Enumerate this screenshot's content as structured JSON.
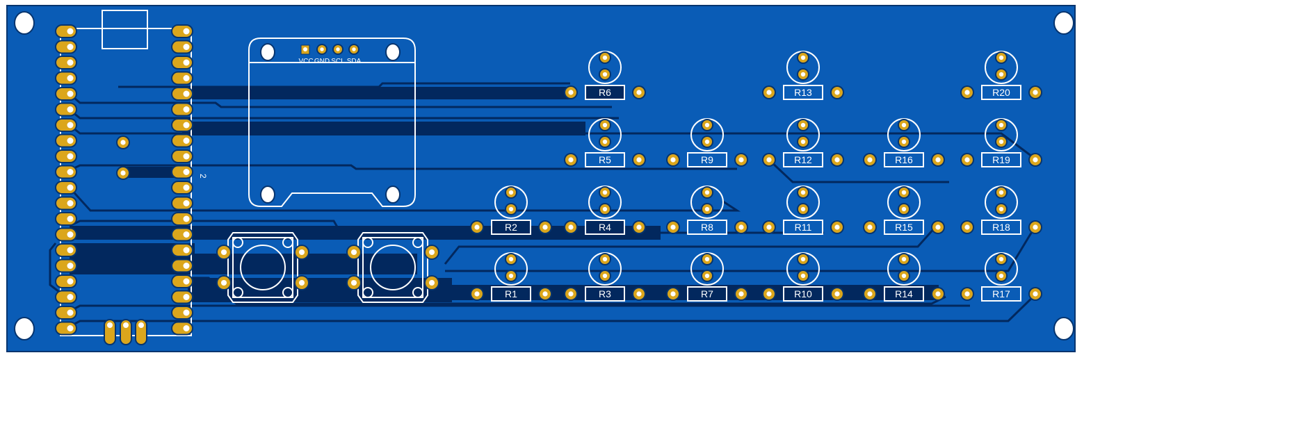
{
  "colors": {
    "board": "#0a5cb6",
    "edge": "#06346e",
    "copper_dark": "#02285e",
    "pad": "#dba61c",
    "silk": "#ffffff"
  },
  "oled": {
    "pins": [
      "VCC",
      "GND",
      "SCL",
      "SDA"
    ]
  },
  "header_marker": "2",
  "resistors": [
    {
      "label": "R6",
      "row": 0,
      "col": 1,
      "dark": true
    },
    {
      "label": "R13",
      "row": 0,
      "col": 3,
      "dark": false
    },
    {
      "label": "R20",
      "row": 0,
      "col": 5,
      "dark": false
    },
    {
      "label": "R5",
      "row": 1,
      "col": 1,
      "dark": false
    },
    {
      "label": "R9",
      "row": 1,
      "col": 2,
      "dark": false
    },
    {
      "label": "R12",
      "row": 1,
      "col": 3,
      "dark": false
    },
    {
      "label": "R16",
      "row": 1,
      "col": 4,
      "dark": false
    },
    {
      "label": "R19",
      "row": 1,
      "col": 5,
      "dark": false
    },
    {
      "label": "R2",
      "row": 2,
      "col": 0,
      "dark": true
    },
    {
      "label": "R4",
      "row": 2,
      "col": 1,
      "dark": true
    },
    {
      "label": "R8",
      "row": 2,
      "col": 2,
      "dark": false
    },
    {
      "label": "R11",
      "row": 2,
      "col": 3,
      "dark": false
    },
    {
      "label": "R15",
      "row": 2,
      "col": 4,
      "dark": false
    },
    {
      "label": "R18",
      "row": 2,
      "col": 5,
      "dark": false
    },
    {
      "label": "R1",
      "row": 3,
      "col": 0,
      "dark": true
    },
    {
      "label": "R3",
      "row": 3,
      "col": 1,
      "dark": true
    },
    {
      "label": "R7",
      "row": 3,
      "col": 2,
      "dark": true
    },
    {
      "label": "R10",
      "row": 3,
      "col": 3,
      "dark": true
    },
    {
      "label": "R14",
      "row": 3,
      "col": 4,
      "dark": true
    },
    {
      "label": "R17",
      "row": 3,
      "col": 5,
      "dark": false
    }
  ]
}
